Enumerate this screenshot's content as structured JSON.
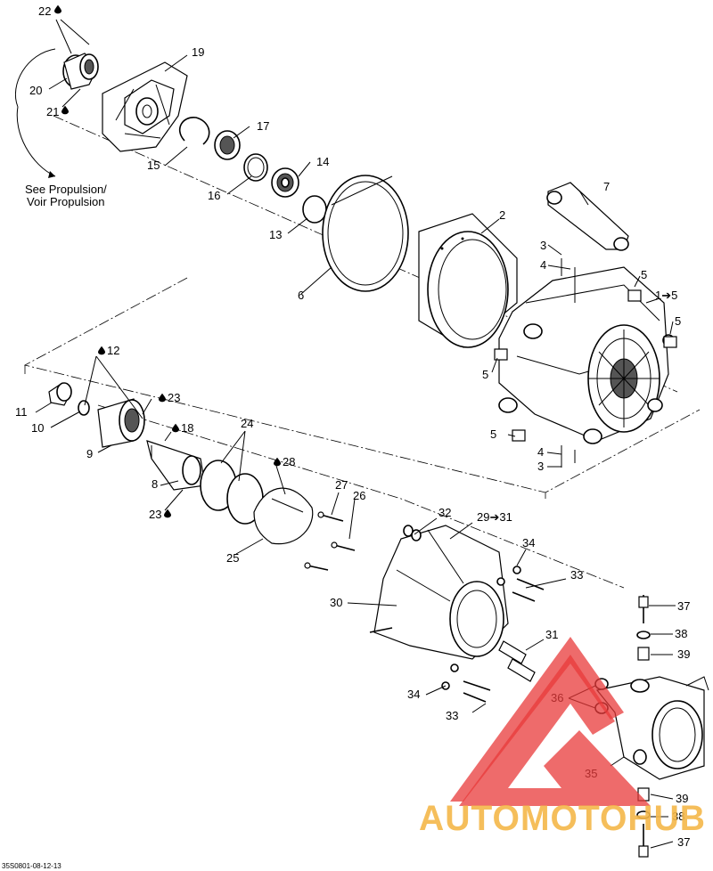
{
  "callouts": {
    "c22": "22",
    "c19": "19",
    "c20": "20",
    "c21": "21",
    "c17": "17",
    "c15": "15",
    "c16": "16",
    "c14": "14",
    "c13": "13",
    "c7": "7",
    "c2": "2",
    "c6": "6",
    "c3a": "3",
    "c4a": "4",
    "c5a": "5",
    "c1to5": "1➔5",
    "c5b": "5",
    "c5c": "5",
    "c5d": "5",
    "c4b": "4",
    "c3b": "3",
    "c12": "12",
    "c11": "11",
    "c10": "10",
    "c23a": "23",
    "c18": "18",
    "c9": "9",
    "c8": "8",
    "c23b": "23",
    "c24": "24",
    "c28": "28",
    "c27": "27",
    "c26": "26",
    "c25": "25",
    "c32": "32",
    "c29to31": "29➔31",
    "c34a": "34",
    "c33a": "33",
    "c30": "30",
    "c31": "31",
    "c37a": "37",
    "c38a": "38",
    "c39a": "39",
    "c36": "36",
    "c34b": "34",
    "c33b": "33",
    "c35": "35",
    "c39b": "39",
    "c38b": "38",
    "c37b": "37"
  },
  "reference_note": [
    "See Propulsion/",
    "Voir Propulsion"
  ],
  "footer_code": "35S0801-08-12-13",
  "watermark": {
    "text": "AUTOMOTOHUB",
    "color_triangle": "#e83a3a",
    "color_text": "#f5b84a"
  },
  "icons": {
    "lubricant": "drop-icon"
  }
}
